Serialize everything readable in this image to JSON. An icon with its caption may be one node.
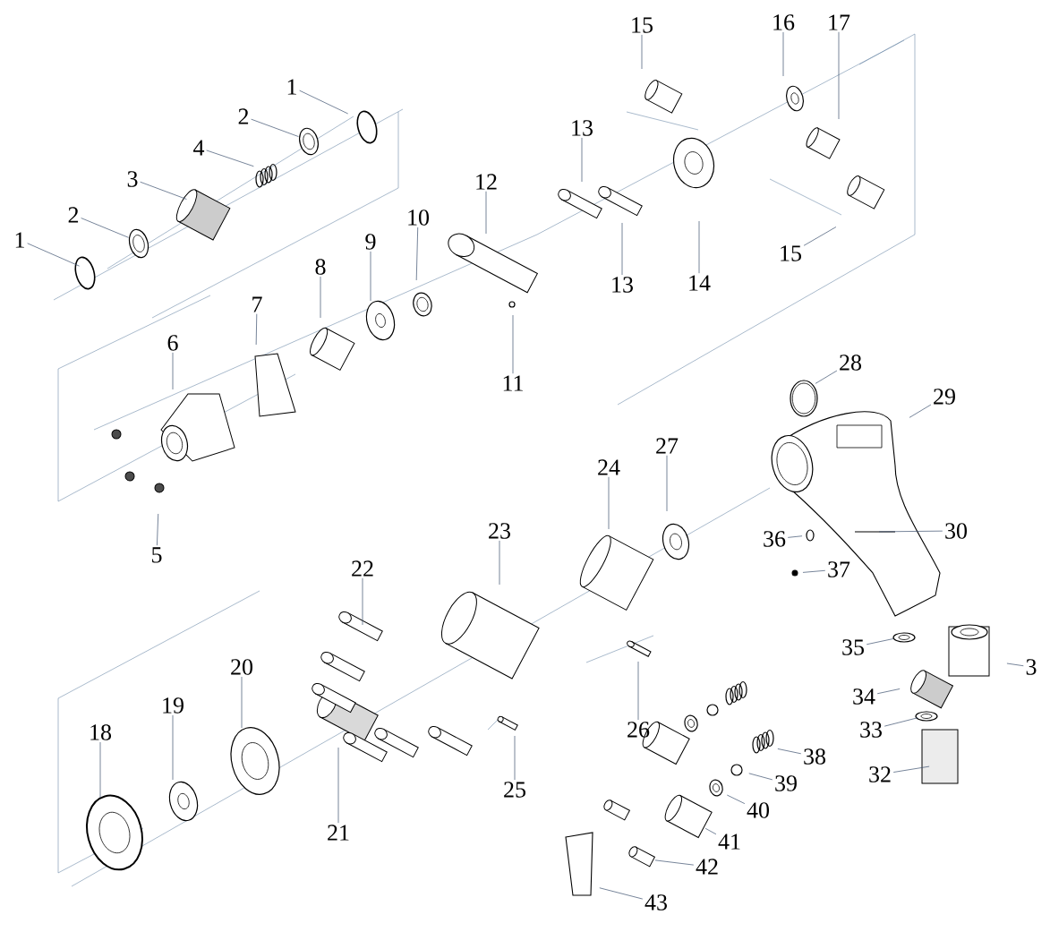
{
  "diagram": {
    "nodes": [
      {
        "text": [
          "1"
        ]
      },
      {
        "text": [
          "2"
        ]
      },
      {
        "text": [
          "3"
        ]
      },
      {
        "text": [
          "4"
        ]
      },
      {
        "text": [
          "2"
        ]
      },
      {
        "text": [
          "1"
        ]
      },
      {
        "text": [
          "5"
        ]
      },
      {
        "text": [
          "6"
        ]
      },
      {
        "text": [
          "7"
        ]
      },
      {
        "text": [
          "8"
        ]
      },
      {
        "text": [
          "9"
        ]
      },
      {
        "text": [
          "10"
        ]
      },
      {
        "text": [
          "11"
        ]
      },
      {
        "text": [
          "12"
        ]
      },
      {
        "text": [
          "13"
        ]
      },
      {
        "text": [
          "13"
        ]
      },
      {
        "text": [
          "14"
        ]
      },
      {
        "text": [
          "15"
        ]
      },
      {
        "text": [
          "16"
        ]
      },
      {
        "text": [
          "17"
        ]
      },
      {
        "text": [
          "15"
        ]
      },
      {
        "text": [
          "18"
        ]
      },
      {
        "text": [
          "19"
        ]
      },
      {
        "text": [
          "20"
        ]
      },
      {
        "text": [
          "21"
        ]
      },
      {
        "text": [
          "22"
        ]
      },
      {
        "text": [
          "23"
        ]
      },
      {
        "text": [
          "24"
        ]
      },
      {
        "text": [
          "25"
        ]
      },
      {
        "text": [
          "26"
        ]
      },
      {
        "text": [
          "27"
        ]
      },
      {
        "text": [
          "28"
        ]
      },
      {
        "text": [
          "29"
        ]
      },
      {
        "text": [
          "30"
        ]
      },
      {
        "text": [
          "3"
        ]
      },
      {
        "text": [
          "32"
        ]
      },
      {
        "text": [
          "33"
        ]
      },
      {
        "text": [
          "34"
        ]
      },
      {
        "text": [
          "35"
        ]
      },
      {
        "text": [
          "36"
        ]
      },
      {
        "text": [
          "37"
        ]
      },
      {
        "text": [
          "38"
        ]
      },
      {
        "text": [
          "39"
        ]
      },
      {
        "text": [
          "40"
        ]
      },
      {
        "text": [
          "41"
        ]
      },
      {
        "text": [
          "42"
        ]
      },
      {
        "text": [
          "43"
        ]
      }
    ],
    "edges": [
      {
        "from": 0,
        "to": null,
        "arrow": "none"
      },
      {
        "from": 1,
        "to": null,
        "arrow": "none"
      },
      {
        "from": 2,
        "to": null,
        "arrow": "none"
      },
      {
        "from": 3,
        "to": null,
        "arrow": "none"
      },
      {
        "from": 4,
        "to": null,
        "arrow": "none"
      },
      {
        "from": 5,
        "to": null,
        "arrow": "none"
      },
      {
        "from": 6,
        "to": null,
        "arrow": "none"
      },
      {
        "from": 7,
        "to": null,
        "arrow": "none"
      },
      {
        "from": 8,
        "to": null,
        "arrow": "none"
      },
      {
        "from": 9,
        "to": null,
        "arrow": "none"
      },
      {
        "from": 10,
        "to": null,
        "arrow": "none"
      },
      {
        "from": 11,
        "to": null,
        "arrow": "none"
      },
      {
        "from": 12,
        "to": null,
        "arrow": "none"
      },
      {
        "from": 13,
        "to": null,
        "arrow": "none"
      },
      {
        "from": 14,
        "to": null,
        "arrow": "none"
      },
      {
        "from": 15,
        "to": null,
        "arrow": "none"
      },
      {
        "from": 16,
        "to": null,
        "arrow": "none"
      },
      {
        "from": 17,
        "to": null,
        "arrow": "none"
      },
      {
        "from": 18,
        "to": null,
        "arrow": "none"
      },
      {
        "from": 19,
        "to": null,
        "arrow": "none"
      },
      {
        "from": 20,
        "to": null,
        "arrow": "none"
      },
      {
        "from": 21,
        "to": null,
        "arrow": "none"
      },
      {
        "from": 22,
        "to": null,
        "arrow": "none"
      },
      {
        "from": 23,
        "to": null,
        "arrow": "none"
      },
      {
        "from": 24,
        "to": null,
        "arrow": "none"
      },
      {
        "from": 25,
        "to": null,
        "arrow": "none"
      },
      {
        "from": 26,
        "to": null,
        "arrow": "none"
      },
      {
        "from": 27,
        "to": null,
        "arrow": "none"
      },
      {
        "from": 28,
        "to": null,
        "arrow": "none"
      },
      {
        "from": 29,
        "to": null,
        "arrow": "none"
      },
      {
        "from": 30,
        "to": null,
        "arrow": "none"
      },
      {
        "from": 31,
        "to": null,
        "arrow": "none"
      },
      {
        "from": 32,
        "to": null,
        "arrow": "none"
      },
      {
        "from": 33,
        "to": null,
        "arrow": "none"
      },
      {
        "from": 34,
        "to": null,
        "arrow": "none"
      },
      {
        "from": 35,
        "to": null,
        "arrow": "none"
      },
      {
        "from": 36,
        "to": null,
        "arrow": "none"
      },
      {
        "from": 37,
        "to": null,
        "arrow": "none"
      },
      {
        "from": 38,
        "to": null,
        "arrow": "none"
      },
      {
        "from": 39,
        "to": null,
        "arrow": "none"
      },
      {
        "from": 40,
        "to": null,
        "arrow": "none"
      },
      {
        "from": 41,
        "to": null,
        "arrow": "none"
      },
      {
        "from": 42,
        "to": null,
        "arrow": "none"
      },
      {
        "from": 43,
        "to": null,
        "arrow": "none"
      },
      {
        "from": 44,
        "to": null,
        "arrow": "none"
      },
      {
        "from": 45,
        "to": null,
        "arrow": "none"
      },
      {
        "from": 46,
        "to": null,
        "arrow": "none"
      }
    ]
  }
}
